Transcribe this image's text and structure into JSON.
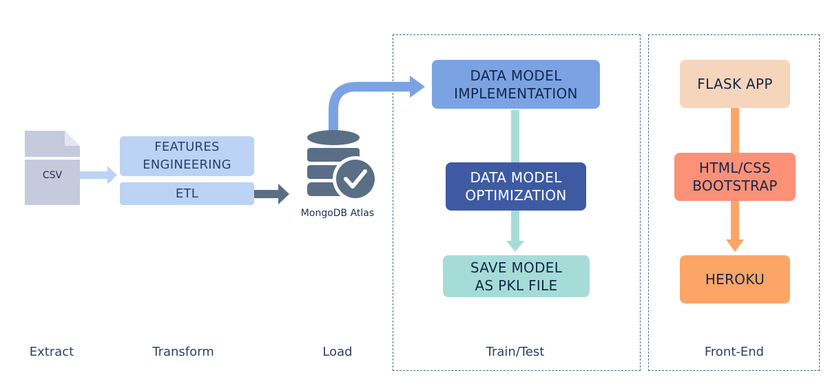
{
  "diagram": {
    "csv_label": "CSV",
    "db_label": "MongoDB Atlas",
    "boxes": {
      "features": "FEATURES\nENGINEERING",
      "etl": "ETL",
      "implementation": "DATA MODEL\nIMPLEMENTATION",
      "optimization": "DATA MODEL\nOPTIMIZATION",
      "save": "SAVE MODEL\nAS PKL FILE",
      "flask": "FLASK APP",
      "html": "HTML/CSS\nBOOTSTRAP",
      "heroku": "HEROKU"
    },
    "stages": [
      "Extract",
      "Transform",
      "Load",
      "Train/Test",
      "Front-End"
    ]
  },
  "colors": {
    "light_blue": "#bcd3f5",
    "mid_blue": "#7ba3e4",
    "navy": "#3e5aa3",
    "slate": "#5a6e86",
    "teal": "#a6dcd8",
    "peach": "#f6d5bd",
    "salmon": "#fb9177",
    "orange": "#fba567",
    "doc_gray": "#c5cbdc"
  }
}
